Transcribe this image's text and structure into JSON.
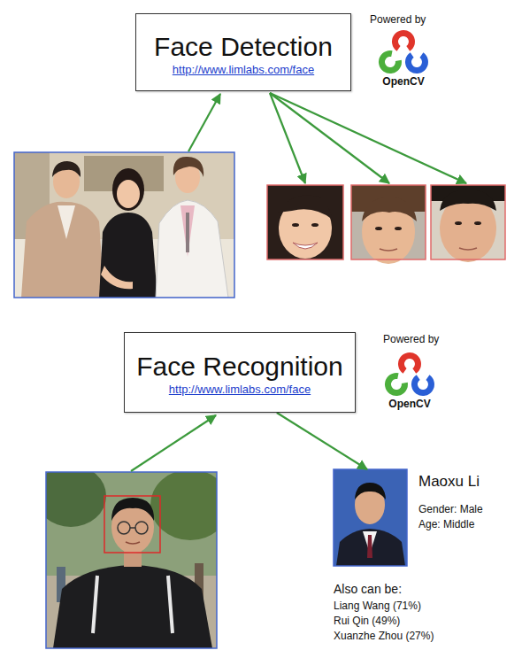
{
  "diagram": {
    "nodes": [
      {
        "text": [
          "Face Detection",
          "http://www.limlabs.com/face"
        ]
      },
      {
        "text": [
          "Face Recognition",
          "http://www.limlabs.com/face"
        ]
      },
      {
        "text": [
          "Maoxu Li",
          "Gender: Male",
          "Age: Middle"
        ]
      }
    ],
    "edges": [
      {
        "from": 1,
        "to": 2,
        "arrow": "to"
      }
    ],
    "labels": [
      "Powered by",
      "OpenCV",
      "Powered by",
      "OpenCV",
      "Also can be:",
      "Liang Wang (71%)",
      "Rui Qin (49%)",
      "Xuanzhe Zhou (27%)"
    ]
  }
}
